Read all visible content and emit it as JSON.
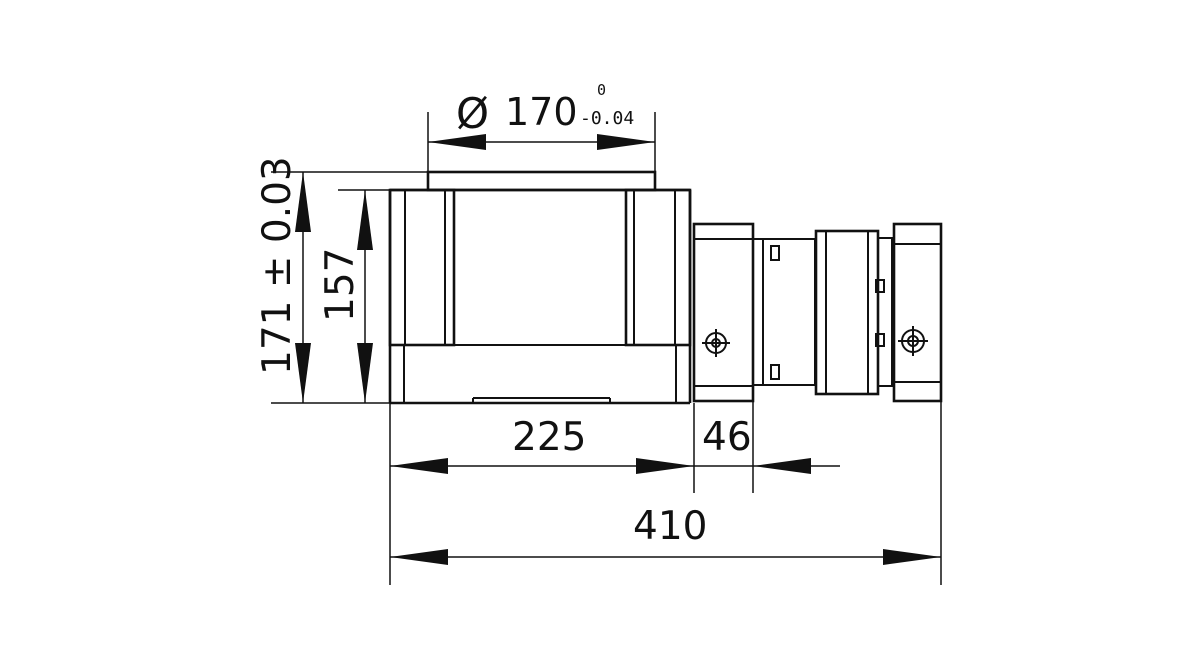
{
  "dimensions": {
    "diameter_symbol": "Ø",
    "diameter_value": "170",
    "tolerance_upper": "0",
    "tolerance_lower": "-0.04",
    "height_total": "171 ± 0.03",
    "height_inner": "157",
    "width_body": "225",
    "width_flange": "46",
    "length_total": "410"
  }
}
